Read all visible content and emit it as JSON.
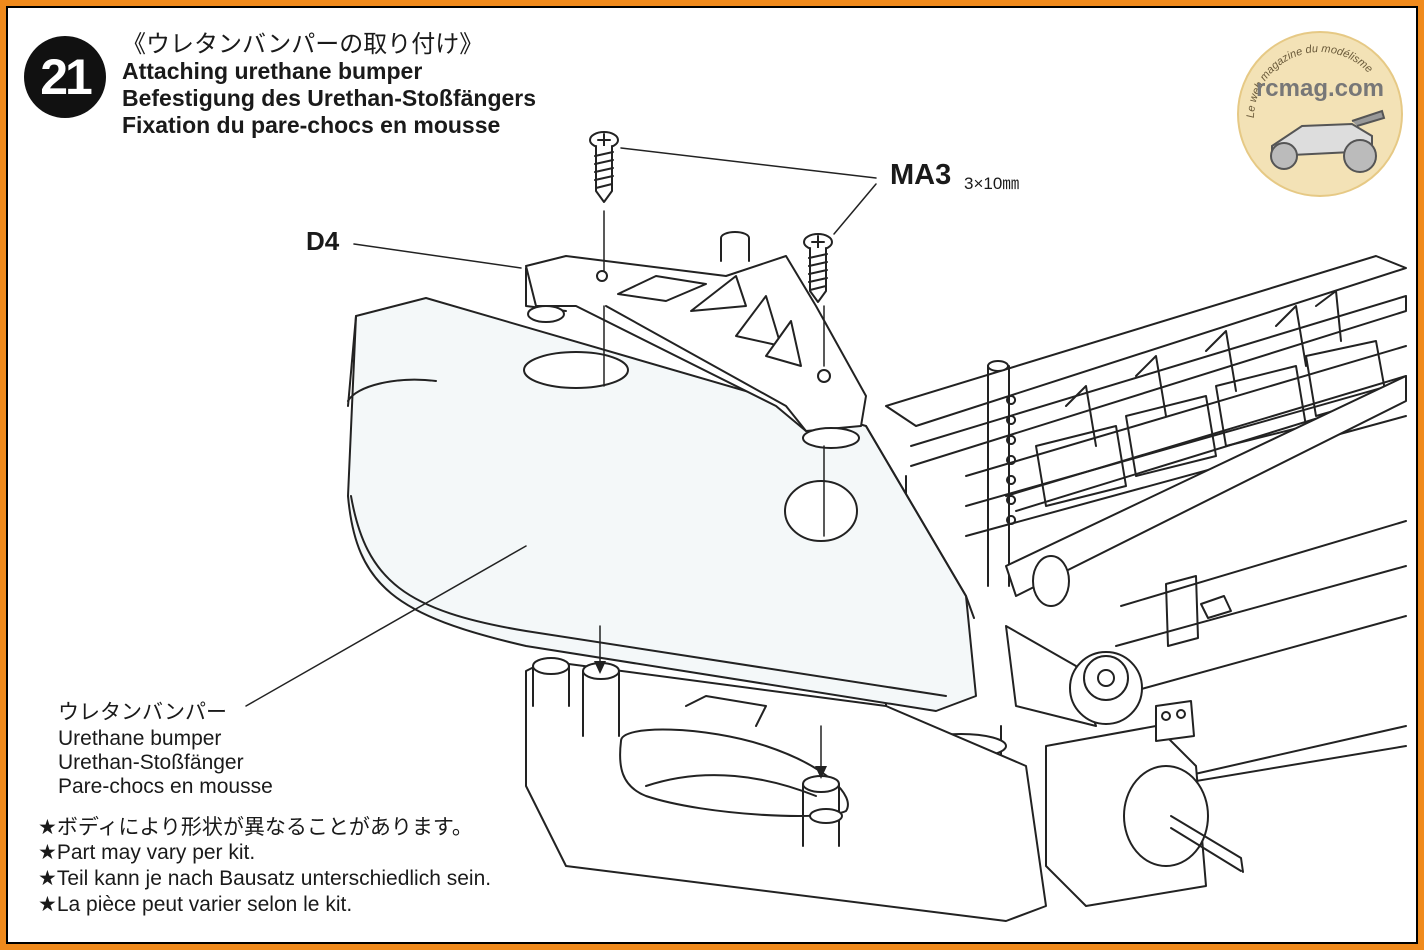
{
  "step": {
    "number": "21"
  },
  "title": {
    "japanese": "《ウレタンバンパーの取り付け》",
    "english": "Attaching urethane bumper",
    "german": "Befestigung des Urethan-Stoßfängers",
    "french": "Fixation du pare-chocs en mousse"
  },
  "parts": {
    "screw_code": "MA3",
    "screw_size": "3×10㎜",
    "stay_code": "D4"
  },
  "bumper_label": {
    "japanese": "ウレタンバンパー",
    "english": "Urethane bumper",
    "german": "Urethan-Stoßfänger",
    "french": "Pare-chocs en mousse"
  },
  "notes": [
    "★ボディにより形状が異なることがあります。",
    "★Part may vary per kit.",
    "★Teil kann je nach Bausatz unterschiedlich sein.",
    "★La pièce peut varier selon le kit."
  ],
  "watermark": {
    "logo_text": "rcmag.com",
    "arc_text": "Le web magazine du modélisme",
    "icon": "rc-buggy-logo"
  },
  "colors": {
    "frame_border": "#f08a1c",
    "watermark_disc": "#f3e2b6",
    "bumper_fill": "#f4f8f9"
  }
}
